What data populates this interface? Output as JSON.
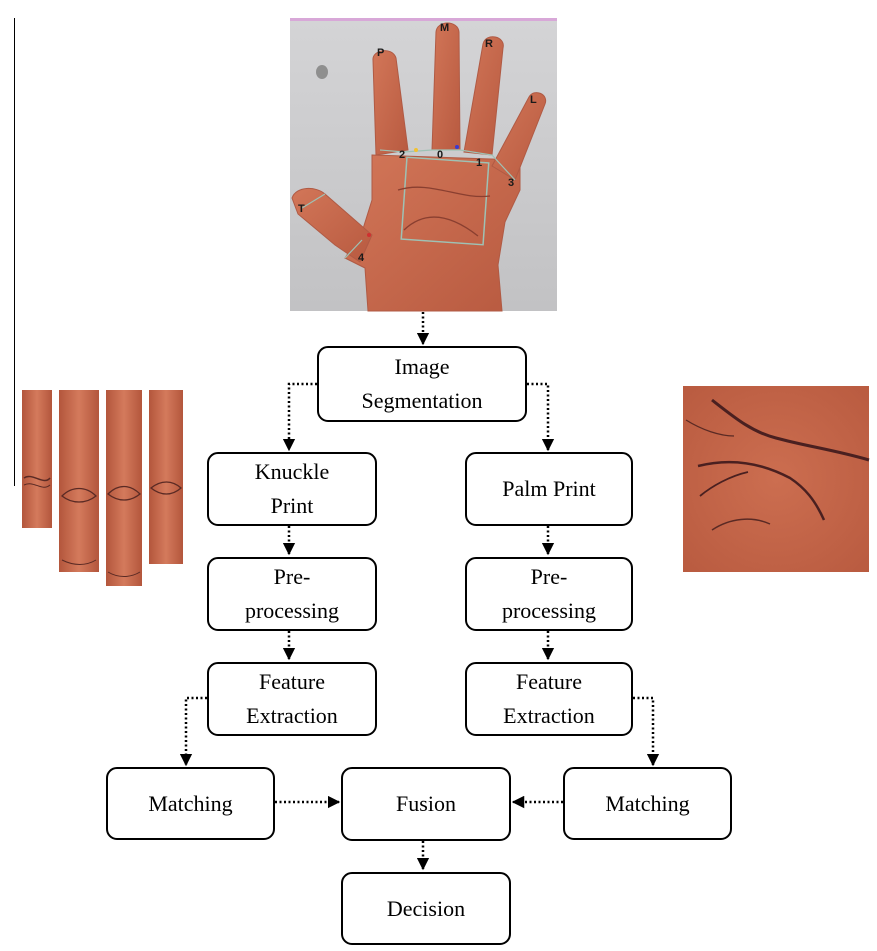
{
  "hand_labels": {
    "finger_tips": [
      "M",
      "P",
      "R",
      "L",
      "T"
    ],
    "valley_points": [
      "2",
      "0",
      "1",
      "3",
      "4"
    ]
  },
  "nodes": {
    "segmentation": "Image\nSegmentation",
    "knuckle": "Knuckle\nPrint",
    "palm": "Palm Print",
    "pre_left": "Pre-\nprocessing",
    "pre_right": "Pre-\nprocessing",
    "feat_left": "Feature\nExtraction",
    "feat_right": "Feature\nExtraction",
    "match_left": "Matching",
    "match_right": "Matching",
    "fusion": "Fusion",
    "decision": "Decision"
  },
  "colors": {
    "skin": "#c9694a",
    "skin_dark": "#a8503a",
    "background_panel": "#c9c9c9",
    "crease": "#5a2a24",
    "roi_outline": "#9ec2b5"
  }
}
